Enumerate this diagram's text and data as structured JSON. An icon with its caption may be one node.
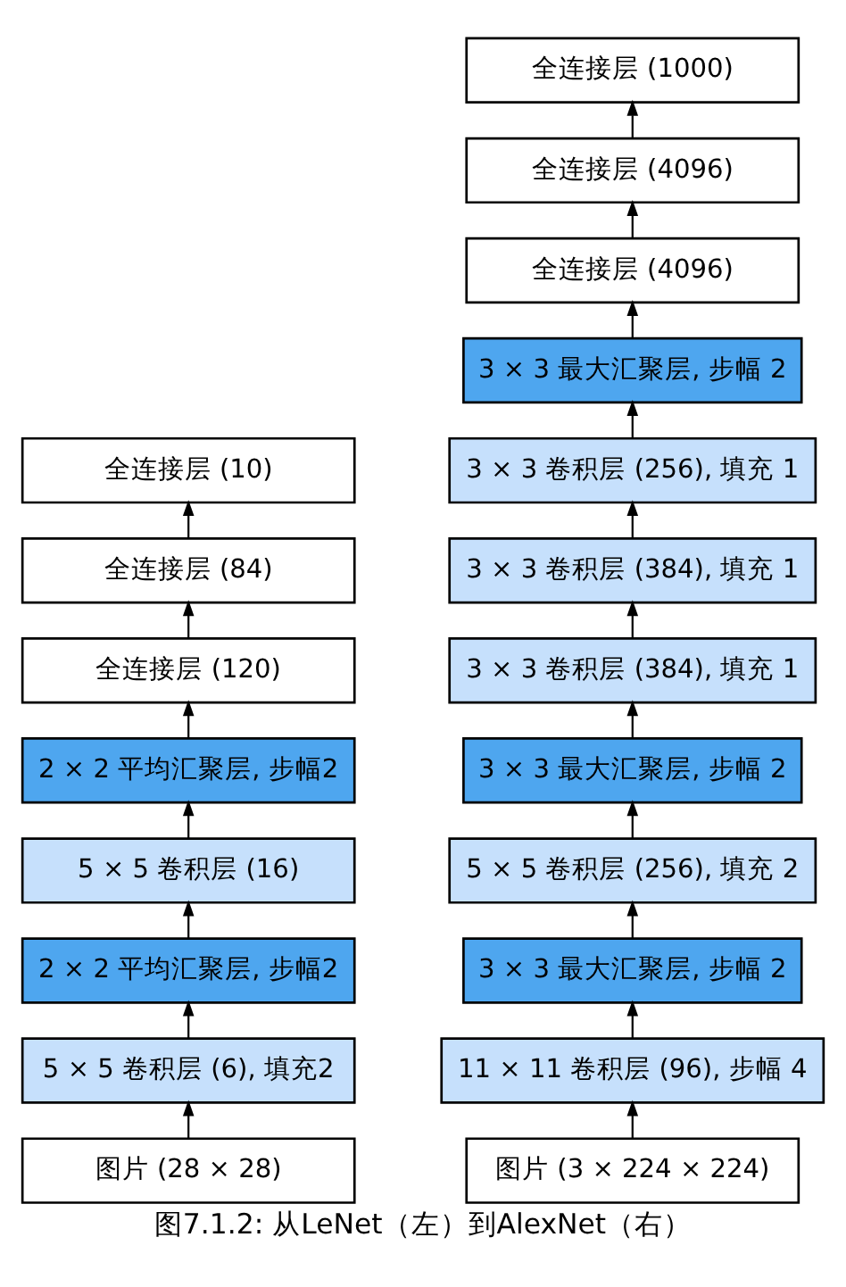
{
  "diagram": {
    "caption": "图7.1.2: 从LeNet（左）到AlexNet（右）",
    "nodes": [
      {
        "text": [
          "图片 (28 × 28)"
        ]
      },
      {
        "text": [
          "5 × 5 卷积层 (6), 填充2"
        ]
      },
      {
        "text": [
          "2 × 2 平均汇聚层, 步幅2"
        ]
      },
      {
        "text": [
          "5 × 5 卷积层 (16)"
        ]
      },
      {
        "text": [
          "2 × 2 平均汇聚层, 步幅2"
        ]
      },
      {
        "text": [
          "全连接层 (120)"
        ]
      },
      {
        "text": [
          "全连接层 (84)"
        ]
      },
      {
        "text": [
          "全连接层 (10)"
        ]
      },
      {
        "text": [
          "图片 (3 × 224 × 224)"
        ]
      },
      {
        "text": [
          "11 × 11 卷积层 (96), 步幅 4"
        ]
      },
      {
        "text": [
          "3 × 3 最大汇聚层, 步幅 2"
        ]
      },
      {
        "text": [
          "5 × 5 卷积层 (256), 填充 2"
        ]
      },
      {
        "text": [
          "3 × 3 最大汇聚层, 步幅 2"
        ]
      },
      {
        "text": [
          "3 × 3 卷积层 (384), 填充 1"
        ]
      },
      {
        "text": [
          "3 × 3 卷积层 (384), 填充 1"
        ]
      },
      {
        "text": [
          "3 × 3 卷积层 (256), 填充 1"
        ]
      },
      {
        "text": [
          "3 × 3 最大汇聚层, 步幅 2"
        ]
      },
      {
        "text": [
          "全连接层 (4096)"
        ]
      },
      {
        "text": [
          "全连接层 (4096)"
        ]
      },
      {
        "text": [
          "全连接层 (1000)"
        ]
      }
    ],
    "edges": [
      {
        "from": 0,
        "to": 1,
        "arrow": "to"
      },
      {
        "from": 1,
        "to": 2,
        "arrow": "to"
      },
      {
        "from": 2,
        "to": 3,
        "arrow": "to"
      },
      {
        "from": 3,
        "to": 4,
        "arrow": "to"
      },
      {
        "from": 4,
        "to": 5,
        "arrow": "to"
      },
      {
        "from": 5,
        "to": 6,
        "arrow": "to"
      },
      {
        "from": 6,
        "to": 7,
        "arrow": "to"
      },
      {
        "from": 8,
        "to": 9,
        "arrow": "to"
      },
      {
        "from": 9,
        "to": 10,
        "arrow": "to"
      },
      {
        "from": 10,
        "to": 11,
        "arrow": "to"
      },
      {
        "from": 11,
        "to": 12,
        "arrow": "to"
      },
      {
        "from": 12,
        "to": 13,
        "arrow": "to"
      },
      {
        "from": 13,
        "to": 14,
        "arrow": "to"
      },
      {
        "from": 14,
        "to": 15,
        "arrow": "to"
      },
      {
        "from": 15,
        "to": 16,
        "arrow": "to"
      },
      {
        "from": 16,
        "to": 17,
        "arrow": "to"
      },
      {
        "from": 17,
        "to": 18,
        "arrow": "to"
      },
      {
        "from": 18,
        "to": 19,
        "arrow": "to"
      }
    ]
  }
}
